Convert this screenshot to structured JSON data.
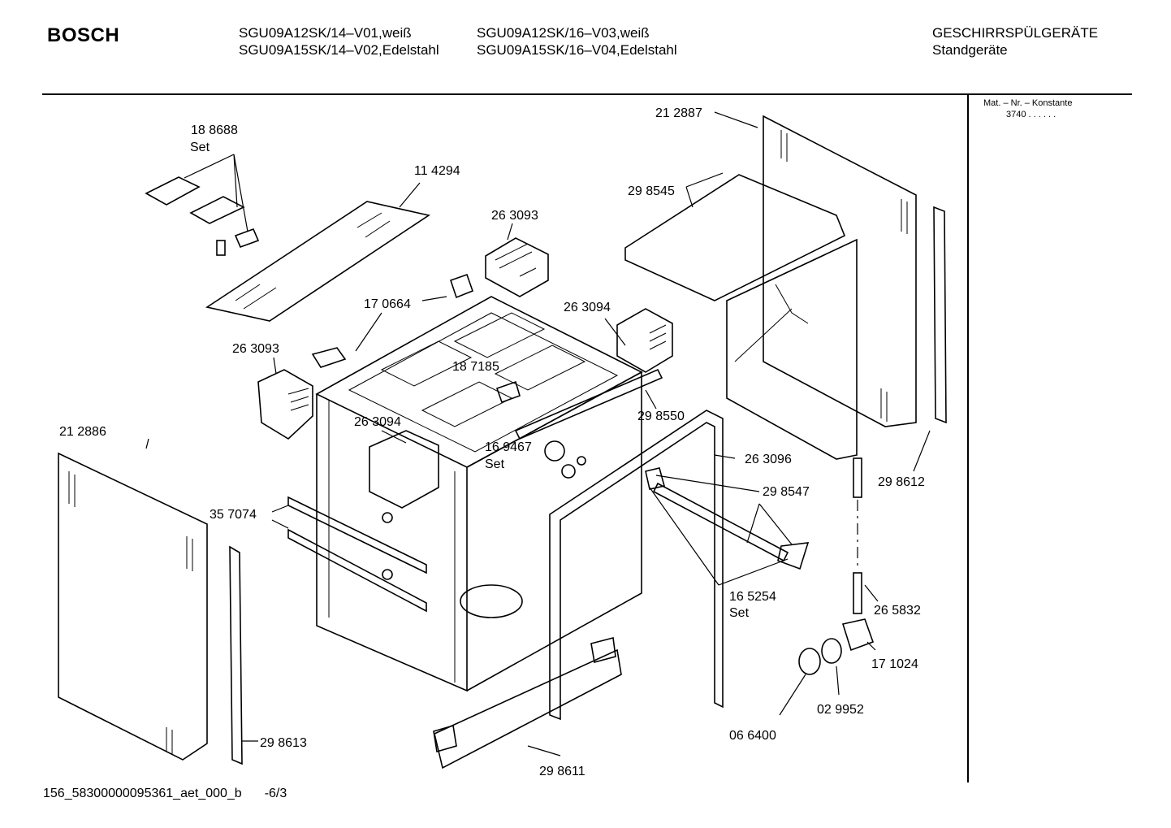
{
  "header": {
    "brand": "BOSCH",
    "model_col1": [
      "SGU09A12SK/14–V01,weiß",
      "SGU09A15SK/14–V02,Edelstahl"
    ],
    "model_col2": [
      "SGU09A12SK/16–V03,weiß",
      "SGU09A15SK/16–V04,Edelstahl"
    ],
    "category": "GESCHIRRSPÜLGERÄTE",
    "subcategory": "Standgeräte"
  },
  "side_box": {
    "title": "Mat. – Nr. – Konstante",
    "value": "3740  .  .  .  .  .  ."
  },
  "footer": {
    "doc_id": "156_58300000095361_aet_000_b",
    "page": "-6/3"
  },
  "parts": [
    {
      "id": "p188688",
      "number": "18 8688",
      "note": "Set"
    },
    {
      "id": "p114294",
      "number": "11 4294"
    },
    {
      "id": "p263093a",
      "number": "26 3093"
    },
    {
      "id": "p212887",
      "number": "21 2887"
    },
    {
      "id": "p298545",
      "number": "29 8545"
    },
    {
      "id": "p170664",
      "number": "17 0664"
    },
    {
      "id": "p263094a",
      "number": "26 3094"
    },
    {
      "id": "p263093b",
      "number": "26 3093"
    },
    {
      "id": "p187185",
      "number": "18 7185"
    },
    {
      "id": "p298550",
      "number": "29 8550"
    },
    {
      "id": "p263094b",
      "number": "26 3094"
    },
    {
      "id": "p212886",
      "number": "21 2886"
    },
    {
      "id": "p169467",
      "number": "16 9467",
      "note": "Set"
    },
    {
      "id": "p263096",
      "number": "26 3096"
    },
    {
      "id": "p298612",
      "number": "29 8612"
    },
    {
      "id": "p298547",
      "number": "29 8547"
    },
    {
      "id": "p357074",
      "number": "35 7074"
    },
    {
      "id": "p165254",
      "number": "16 5254",
      "note": "Set"
    },
    {
      "id": "p265832",
      "number": "26 5832"
    },
    {
      "id": "p171024",
      "number": "17 1024"
    },
    {
      "id": "p029952",
      "number": "02 9952"
    },
    {
      "id": "p066400",
      "number": "06 6400"
    },
    {
      "id": "p298613",
      "number": "29 8613"
    },
    {
      "id": "p298611",
      "number": "29 8611"
    }
  ]
}
